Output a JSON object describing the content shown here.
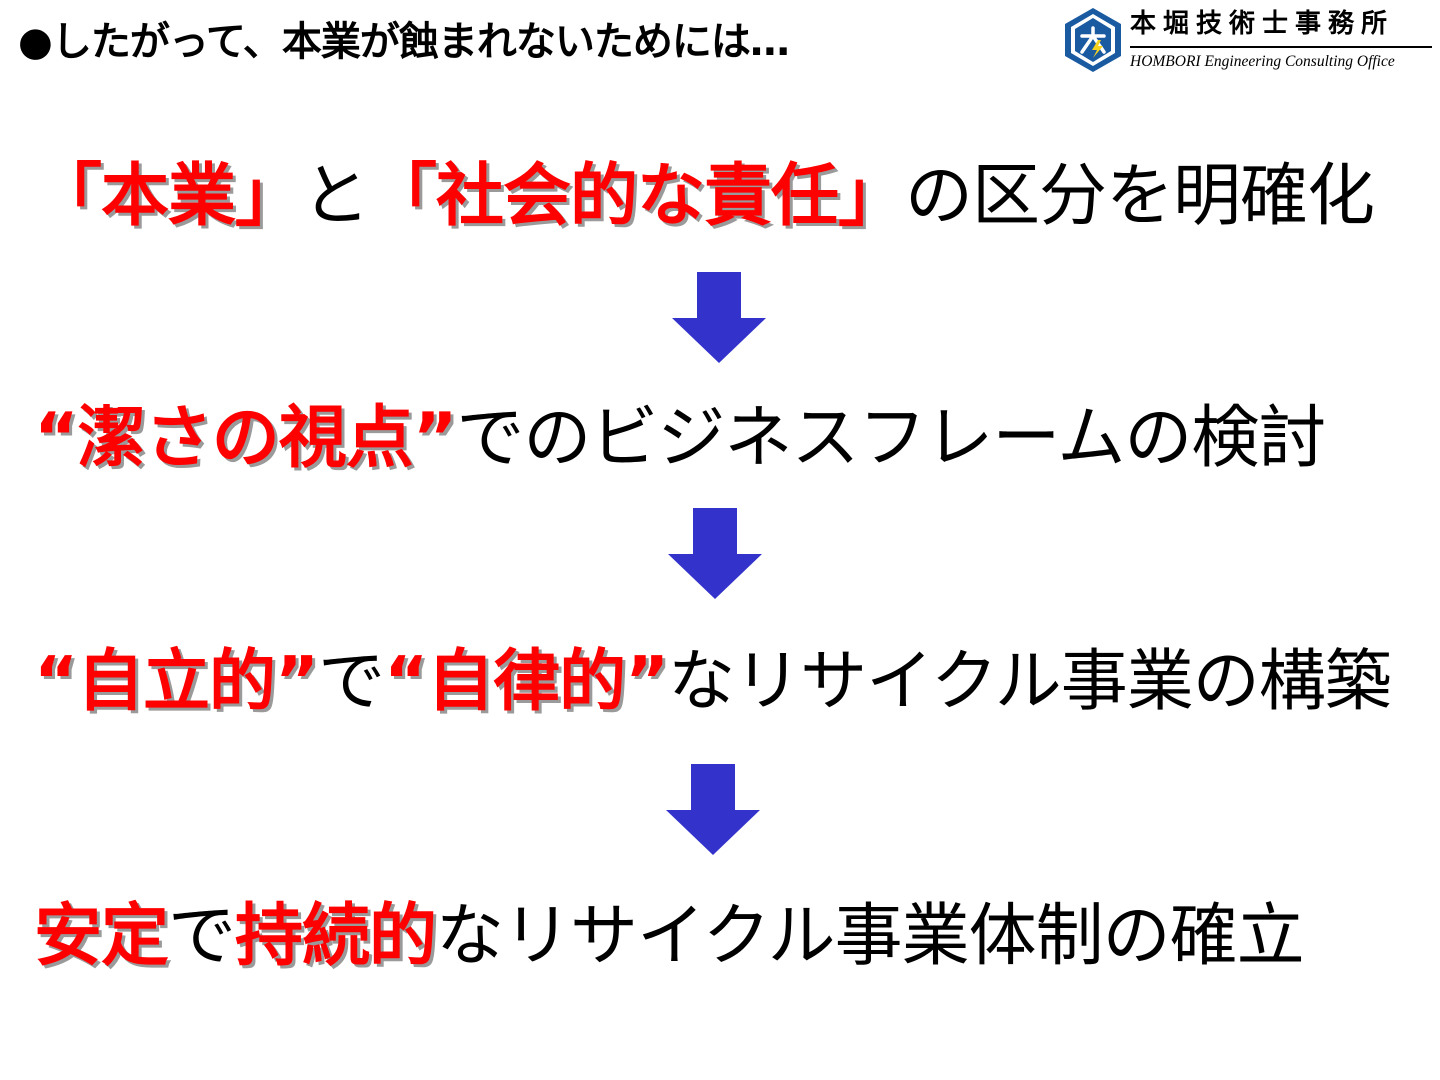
{
  "header": {
    "title": "●したがって、本業が蝕まれないためには…"
  },
  "logo": {
    "name": "本堀技術士事務所",
    "subtitle": "HOMBORI Engineering Consulting Office",
    "mark_color": "#1a5aa0"
  },
  "colors": {
    "emphasis": "#ff0000",
    "arrow": "#3333cc",
    "text": "#000000"
  },
  "flow": {
    "step1": [
      {
        "text": "「本業」",
        "emphasis": true
      },
      {
        "text": "と",
        "emphasis": false
      },
      {
        "text": "「社会的な責任」",
        "emphasis": true
      },
      {
        "text": "の区分を明確化",
        "emphasis": false
      }
    ],
    "step2": [
      {
        "text": "“潔さの視点”",
        "emphasis": true
      },
      {
        "text": "でのビジネスフレームの検討",
        "emphasis": false
      }
    ],
    "step3": [
      {
        "text": "“自立的”",
        "emphasis": true
      },
      {
        "text": "で",
        "emphasis": false
      },
      {
        "text": "“自律的”",
        "emphasis": true
      },
      {
        "text": "なリサイクル事業の構築",
        "emphasis": false
      }
    ],
    "step4": [
      {
        "text": "安定",
        "emphasis": true
      },
      {
        "text": "で",
        "emphasis": false
      },
      {
        "text": "持続的",
        "emphasis": true
      },
      {
        "text": "なリサイクル事業体制の確立",
        "emphasis": false
      }
    ],
    "arrows": [
      "down-arrow",
      "down-arrow",
      "down-arrow"
    ]
  }
}
